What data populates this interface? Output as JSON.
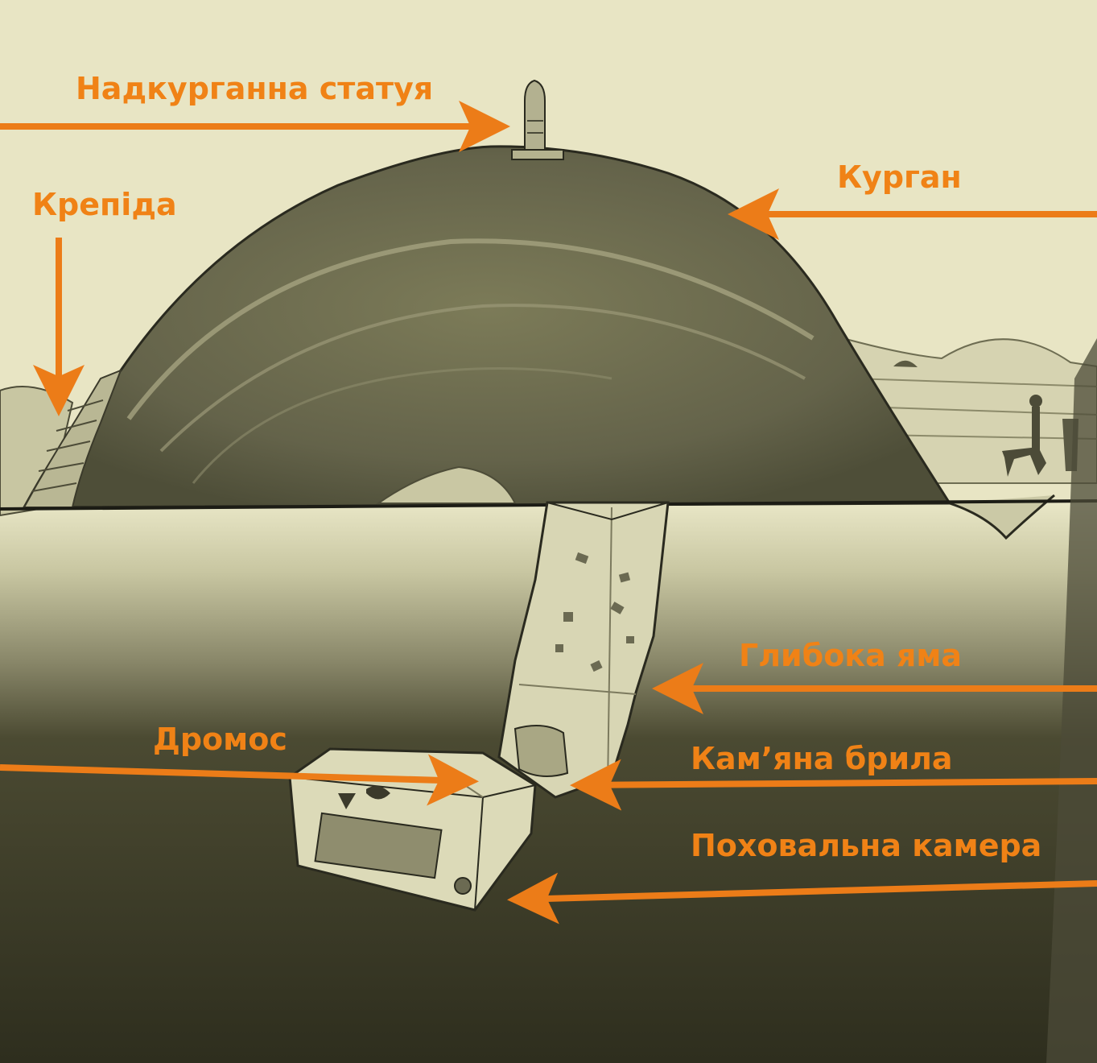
{
  "labels": {
    "statue": "Надкурганна статуя",
    "kurgan": "Курган",
    "krepida": "Крепіда",
    "deep_pit": "Глибока яма",
    "dromos": "Дромос",
    "stone_boulder": "Кам’яна брила",
    "burial_chamber": "Поховальна камера"
  },
  "colors": {
    "label_text": "#f08216",
    "arrow": "#ec7c18",
    "paper": "#e6e3c0",
    "mound": "#6b6a4a",
    "underground_dark": "#3a3a26",
    "ink": "#1f1f18"
  }
}
